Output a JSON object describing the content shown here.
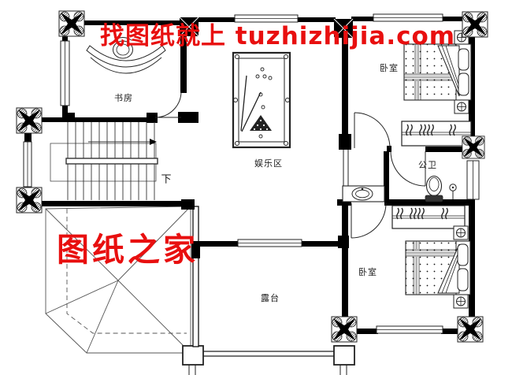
{
  "watermarks": {
    "top": "找图纸就上 tuzhizhijia.com",
    "left": "图纸之家",
    "color": "#e80f0f"
  },
  "rooms": {
    "study": "书房",
    "entertainment": "娱乐区",
    "bedroom_top": "卧室",
    "bathroom": "公卫",
    "bedroom_bottom": "卧室",
    "terrace": "露台",
    "stairs_direction": "下"
  },
  "colors": {
    "background": "#ffffff",
    "wall": "#000000",
    "line": "#222222",
    "roof_line": "#555555",
    "watermark_red": "#e80f0f",
    "band_gray": "#b0b0b0"
  }
}
